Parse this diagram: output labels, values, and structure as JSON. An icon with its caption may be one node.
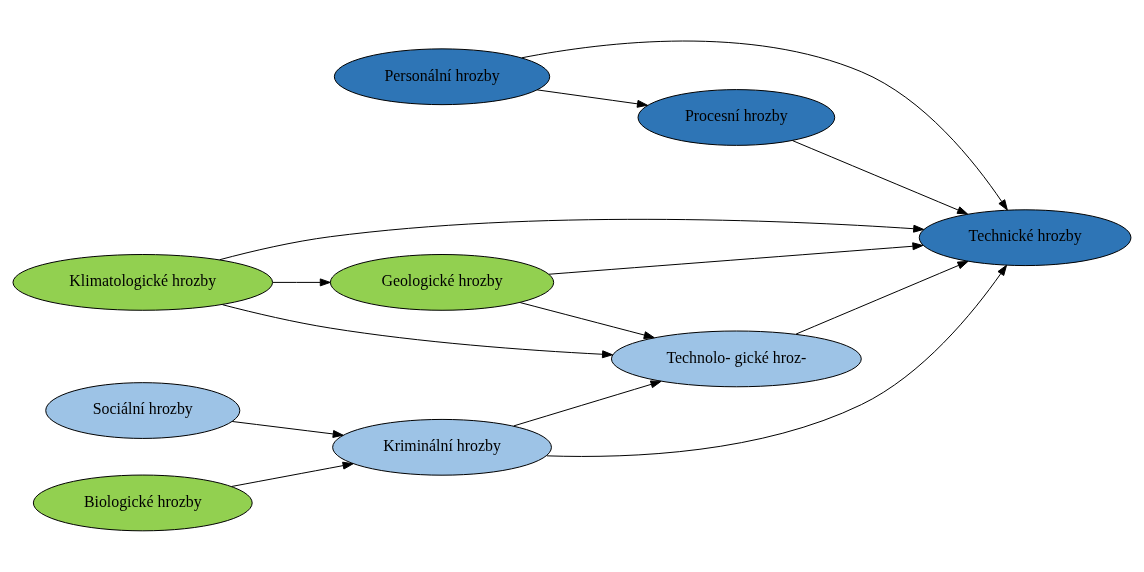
{
  "diagram": {
    "nodes": [
      {
        "text": [
          "Personální hrozby"
        ]
      },
      {
        "text": [
          "Klimatologické hrozby"
        ]
      },
      {
        "text": [
          "Technické hrozby"
        ]
      },
      {
        "text": [
          "Geologické hrozby"
        ]
      },
      {
        "text": [
          "Technolo- gické hroz-"
        ]
      },
      {
        "text": [
          "Procesní hrozby"
        ]
      },
      {
        "text": [
          "Sociální hrozby"
        ]
      },
      {
        "text": [
          "Kriminální hrozby"
        ]
      },
      {
        "text": [
          "Biologické hrozby"
        ]
      }
    ],
    "edges": [
      {
        "from": 0,
        "to": 2,
        "arrow": "to"
      },
      {
        "from": 0,
        "to": 5,
        "arrow": "to"
      },
      {
        "from": 5,
        "to": 2,
        "arrow": "to"
      },
      {
        "from": 1,
        "to": 2,
        "arrow": "to"
      },
      {
        "from": 1,
        "to": 3,
        "arrow": "to"
      },
      {
        "from": 1,
        "to": 4,
        "arrow": "to"
      },
      {
        "from": 3,
        "to": 2,
        "arrow": "to"
      },
      {
        "from": 3,
        "to": 4,
        "arrow": "to"
      },
      {
        "from": 7,
        "to": 2,
        "arrow": "to"
      },
      {
        "from": 4,
        "to": 2,
        "arrow": "to"
      },
      {
        "from": 7,
        "to": 4,
        "arrow": "to"
      },
      {
        "from": 6,
        "to": 7,
        "arrow": "to"
      },
      {
        "from": 8,
        "to": 7,
        "arrow": "to"
      }
    ]
  }
}
